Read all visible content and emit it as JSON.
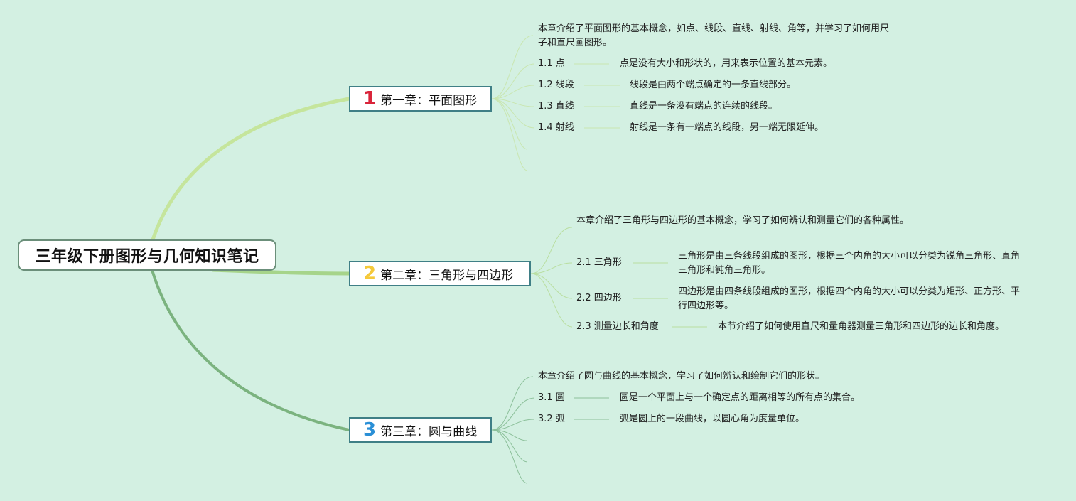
{
  "root": {
    "title": "三年级下册图形与几何知识笔记"
  },
  "chapters": [
    {
      "num": "1",
      "num_color": "#d9243a",
      "branch_color": "#c5e59c",
      "title": "第一章：平面图形",
      "summary": "本章介绍了平面图形的基本概念，如点、线段、直线、射线、角等，并学习了如何用尺子和直尺画图形。",
      "topics": [
        {
          "label": "1.1 点",
          "desc": "点是没有大小和形状的，用来表示位置的基本元素。"
        },
        {
          "label": "1.2 线段",
          "desc": "线段是由两个端点确定的一条直线部分。"
        },
        {
          "label": "1.3 直线",
          "desc": "直线是一条没有端点的连续的线段。"
        },
        {
          "label": "1.4 射线",
          "desc": "射线是一条有一端点的线段，另一端无限延伸。"
        }
      ]
    },
    {
      "num": "2",
      "num_color": "#f5c93a",
      "branch_color": "#a6d48a",
      "title": "第二章：三角形与四边形",
      "summary": "本章介绍了三角形与四边形的基本概念，学习了如何辨认和测量它们的各种属性。",
      "topics": [
        {
          "label": "2.1 三角形",
          "desc": "三角形是由三条线段组成的图形，根据三个内角的大小可以分类为锐角三角形、直角三角形和钝角三角形。"
        },
        {
          "label": "2.2 四边形",
          "desc": "四边形是由四条线段组成的图形，根据四个内角的大小可以分类为矩形、正方形、平行四边形等。"
        },
        {
          "label": "2.3 测量边长和角度",
          "desc": "本节介绍了如何使用直尺和量角器测量三角形和四边形的边长和角度。"
        }
      ]
    },
    {
      "num": "3",
      "num_color": "#2a8fd6",
      "branch_color": "#7bb37f",
      "title": "第三章：圆与曲线",
      "summary": "本章介绍了圆与曲线的基本概念，学习了如何辨认和绘制它们的形状。",
      "topics": [
        {
          "label": "3.1 圆",
          "desc": "圆是一个平面上与一个确定点的距离相等的所有点的集合。"
        },
        {
          "label": "3.2 弧",
          "desc": "弧是圆上的一段曲线，以圆心角为度量单位。"
        }
      ]
    }
  ]
}
